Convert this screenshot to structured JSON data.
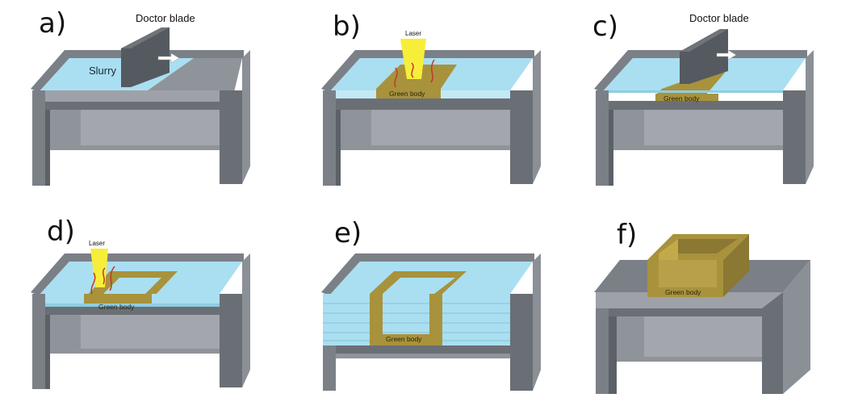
{
  "figure": {
    "panels": [
      {
        "id": "a",
        "label": "a)",
        "annotation": "Doctor blade",
        "slurry_label": "Slurry"
      },
      {
        "id": "b",
        "label": "b)",
        "annotation": "Laser",
        "body_label": "Green body"
      },
      {
        "id": "c",
        "label": "c)",
        "annotation": "Doctor blade",
        "body_label": "Green body"
      },
      {
        "id": "d",
        "label": "d)",
        "annotation": "Laser",
        "body_label": "Green body"
      },
      {
        "id": "e",
        "label": "e)",
        "body_label": "Green body"
      },
      {
        "id": "f",
        "label": "f)",
        "body_label": "Green body"
      }
    ]
  },
  "colors": {
    "frame_light": "#9ea2a8",
    "frame_mid": "#7b8087",
    "frame_dark": "#4d5258",
    "slurry": "#a9dff1",
    "green_body": "#a8923c",
    "laser": "#f7ee3a",
    "heat_arrow": "#c0392b",
    "blade": "#555a60"
  }
}
